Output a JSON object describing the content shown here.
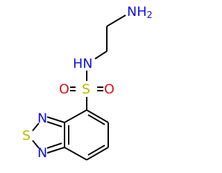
{
  "molecule": {
    "atoms": {
      "amine_n": {
        "text": "NH",
        "subscript": "2",
        "element": "N"
      },
      "amide_n": {
        "text": "HN",
        "element": "N"
      },
      "sulfonyl_s": {
        "text": "S",
        "element": "S"
      },
      "oxygen_left": {
        "text": "O",
        "element": "O"
      },
      "oxygen_right": {
        "text": "O",
        "element": "O"
      },
      "ring_n_top": {
        "text": "N",
        "element": "N"
      },
      "ring_s": {
        "text": "S",
        "element": "S"
      },
      "ring_n_bottom": {
        "text": "N",
        "element": "N"
      }
    }
  },
  "colors": {
    "nitrogen": "#1010e0",
    "sulfur": "#b8b800",
    "oxygen": "#e01010",
    "bond": "#000000",
    "background": "#ffffff"
  }
}
